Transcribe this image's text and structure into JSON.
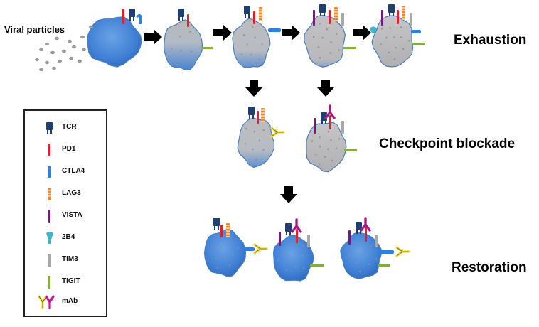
{
  "labels": {
    "viral_particles": "Viral particles",
    "exhaustion": "Exhaustion",
    "checkpoint_blockade": "Checkpoint blockade",
    "restoration": "Restoration"
  },
  "legend": [
    {
      "key": "tcr",
      "label": "TCR",
      "color": "#1f3f73"
    },
    {
      "key": "pd1",
      "label": "PD1",
      "color": "#e0202c"
    },
    {
      "key": "ctla4",
      "label": "CTLA4",
      "color": "#2f7fe0"
    },
    {
      "key": "lag3",
      "label": "LAG3",
      "color": "#f08a28"
    },
    {
      "key": "vista",
      "label": "VISTA",
      "color": "#6a1f7a"
    },
    {
      "key": "2b4",
      "label": "2B4",
      "color": "#3fb3c9"
    },
    {
      "key": "tim3",
      "label": "TIM3",
      "color": "#a8a8a8"
    },
    {
      "key": "tigit",
      "label": "TIGIT",
      "color": "#7fb03a"
    },
    {
      "key": "mab",
      "label": "mAb",
      "color": "#f2e02e",
      "color2": "#c2189a"
    }
  ],
  "colors": {
    "healthy_cell": "#3f7fd4",
    "exhausted_cell": "#b9b9bb",
    "arrow": "#000000"
  }
}
